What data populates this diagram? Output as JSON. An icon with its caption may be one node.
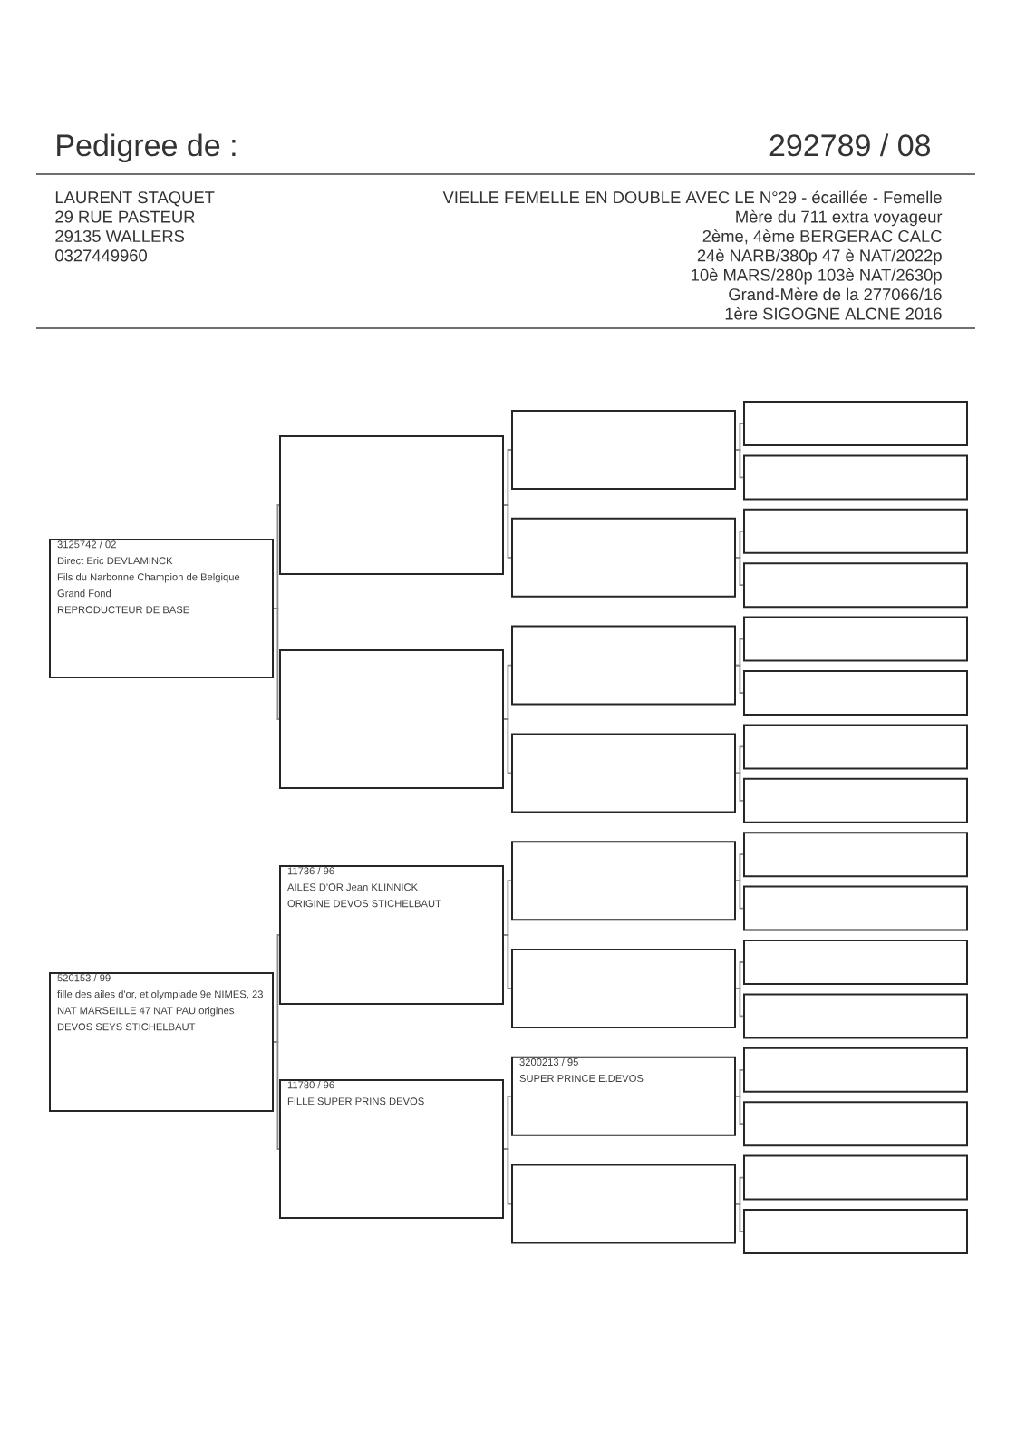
{
  "diagram": {
    "title": "Pedigree de :",
    "nodes": [
      {
        "text": [
          "3125742 / 02",
          "Direct Eric DEVLAMINCK",
          "Fils du Narbonne Champion de Belgique Grand Fond",
          "REPRODUCTEUR DE BASE"
        ]
      },
      {
        "text": [
          "520153 / 99",
          "fille des ailes d'or, et olympiade 9e NIMES, 23 NAT MARSEILLE 47 NAT PAU origines DEVOS SEYS STICHELBAUT"
        ]
      },
      {
        "text": [],
        "shape": "box"
      },
      {
        "text": [],
        "shape": "box"
      },
      {
        "text": [
          "11736 / 96",
          "AILES D'OR Jean KLINNICK",
          "ORIGINE DEVOS STICHELBAUT"
        ]
      },
      {
        "text": [
          "11780 / 96",
          "FILLE SUPER PRINS DEVOS"
        ]
      },
      {
        "text": [],
        "shape": "box"
      },
      {
        "text": [],
        "shape": "box"
      },
      {
        "text": [],
        "shape": "box"
      },
      {
        "text": [],
        "shape": "box"
      },
      {
        "text": [],
        "shape": "box"
      },
      {
        "text": [],
        "shape": "box"
      },
      {
        "text": [
          "3200213 / 95",
          "SUPER PRINCE E.DEVOS"
        ]
      },
      {
        "text": [],
        "shape": "box"
      },
      {
        "text": [],
        "shape": "box"
      },
      {
        "text": [],
        "shape": "box"
      },
      {
        "text": [],
        "shape": "box"
      },
      {
        "text": [],
        "shape": "box"
      },
      {
        "text": [],
        "shape": "box"
      },
      {
        "text": [],
        "shape": "box"
      },
      {
        "text": [],
        "shape": "box"
      },
      {
        "text": [],
        "shape": "box"
      },
      {
        "text": [],
        "shape": "box"
      },
      {
        "text": [],
        "shape": "box"
      },
      {
        "text": [],
        "shape": "box"
      },
      {
        "text": [],
        "shape": "box"
      },
      {
        "text": [],
        "shape": "box"
      },
      {
        "text": [],
        "shape": "box"
      },
      {
        "text": [],
        "shape": "box"
      },
      {
        "text": [],
        "shape": "box"
      }
    ],
    "edges": [
      {
        "from": 0,
        "to": 2,
        "arrow": "none"
      },
      {
        "from": 0,
        "to": 3,
        "arrow": "none"
      },
      {
        "from": 1,
        "to": 4,
        "arrow": "none"
      },
      {
        "from": 1,
        "to": 5,
        "arrow": "none"
      },
      {
        "from": 2,
        "to": 6,
        "arrow": "none"
      },
      {
        "from": 2,
        "to": 7,
        "arrow": "none"
      },
      {
        "from": 3,
        "to": 8,
        "arrow": "none"
      },
      {
        "from": 3,
        "to": 9,
        "arrow": "none"
      },
      {
        "from": 4,
        "to": 10,
        "arrow": "none"
      },
      {
        "from": 4,
        "to": 11,
        "arrow": "none"
      },
      {
        "from": 5,
        "to": 12,
        "arrow": "none"
      },
      {
        "from": 5,
        "to": 13,
        "arrow": "none"
      },
      {
        "from": 6,
        "to": 14,
        "arrow": "none"
      },
      {
        "from": 6,
        "to": 15,
        "arrow": "none"
      },
      {
        "from": 7,
        "to": 16,
        "arrow": "none"
      },
      {
        "from": 7,
        "to": 17,
        "arrow": "none"
      },
      {
        "from": 8,
        "to": 18,
        "arrow": "none"
      },
      {
        "from": 8,
        "to": 19,
        "arrow": "none"
      },
      {
        "from": 9,
        "to": 20,
        "arrow": "none"
      },
      {
        "from": 9,
        "to": 21,
        "arrow": "none"
      },
      {
        "from": 10,
        "to": 22,
        "arrow": "none"
      },
      {
        "from": 10,
        "to": 23,
        "arrow": "none"
      },
      {
        "from": 11,
        "to": 24,
        "arrow": "none"
      },
      {
        "from": 11,
        "to": 25,
        "arrow": "none"
      },
      {
        "from": 12,
        "to": 26,
        "arrow": "none"
      },
      {
        "from": 12,
        "to": 27,
        "arrow": "none"
      },
      {
        "from": 13,
        "to": 28,
        "arrow": "none"
      },
      {
        "from": 13,
        "to": 29,
        "arrow": "none"
      }
    ],
    "labels": [
      "292789 / 08",
      "LAURENT STAQUET",
      "29 RUE PASTEUR",
      "29135 WALLERS",
      "0327449960",
      "VIELLE FEMELLE EN DOUBLE AVEC LE N°29 - écaillée - Femelle",
      "Mère du 711 extra voyageur",
      "2ème, 4ème BERGERAC CALC",
      "24è NARB/380p 47 è NAT/2022p",
      "10è MARS/280p 103è NAT/2630p",
      "Grand-Mère de la 277066/16",
      "1ère SIGOGNE ALCNE 2016"
    ]
  }
}
